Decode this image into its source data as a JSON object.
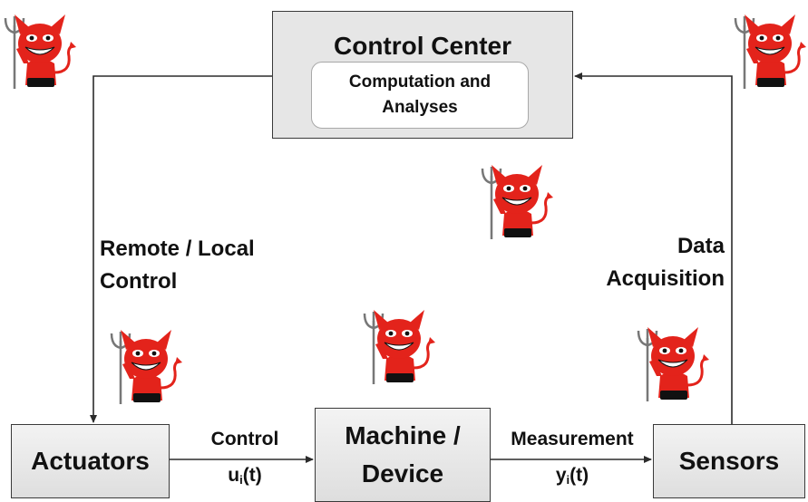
{
  "control_center": {
    "title": "Control Center",
    "computation": "Computation and Analyses"
  },
  "nodes": {
    "actuators": "Actuators",
    "machine_device": "Machine / Device",
    "sensors": "Sensors"
  },
  "edges": {
    "remote_local_control": "Remote / Local Control",
    "data_acquisition": "Data Acquisition",
    "control": "Control",
    "control_signal": {
      "base": "u",
      "sub": "i",
      "arg": "(t)"
    },
    "measurement": "Measurement",
    "measurement_signal": {
      "base": "y",
      "sub": "i",
      "arg": "(t)"
    }
  },
  "colors": {
    "devil_red": "#e3231b",
    "arrow": "#2b2b2b",
    "box_border": "#3a3a3a"
  },
  "icons": [
    "devil-icon",
    "devil-icon",
    "devil-icon",
    "devil-icon",
    "devil-icon",
    "devil-icon"
  ]
}
